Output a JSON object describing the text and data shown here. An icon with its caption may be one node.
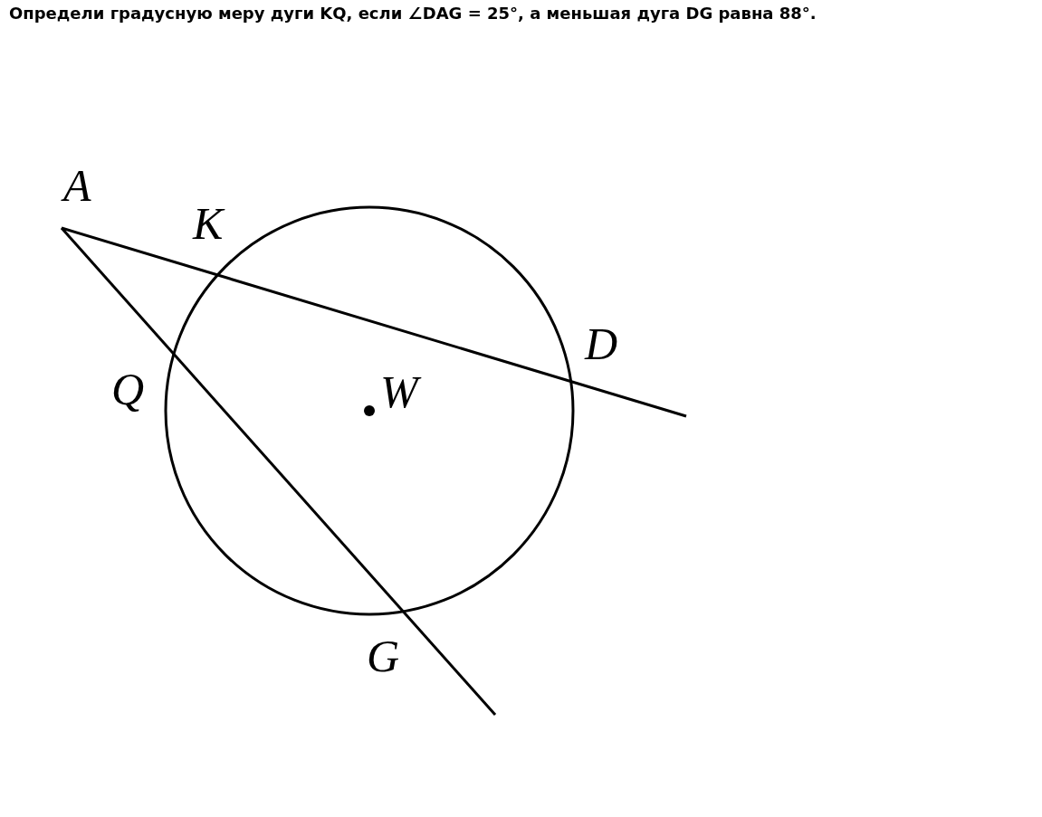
{
  "diagram": {
    "title": "Определи градусную меру дуги KQ, если ∠DAG = 25°, а меньшая дуга DG равна 88°.",
    "labels": [
      "A",
      "K",
      "D",
      "Q",
      "W",
      "G"
    ]
  }
}
